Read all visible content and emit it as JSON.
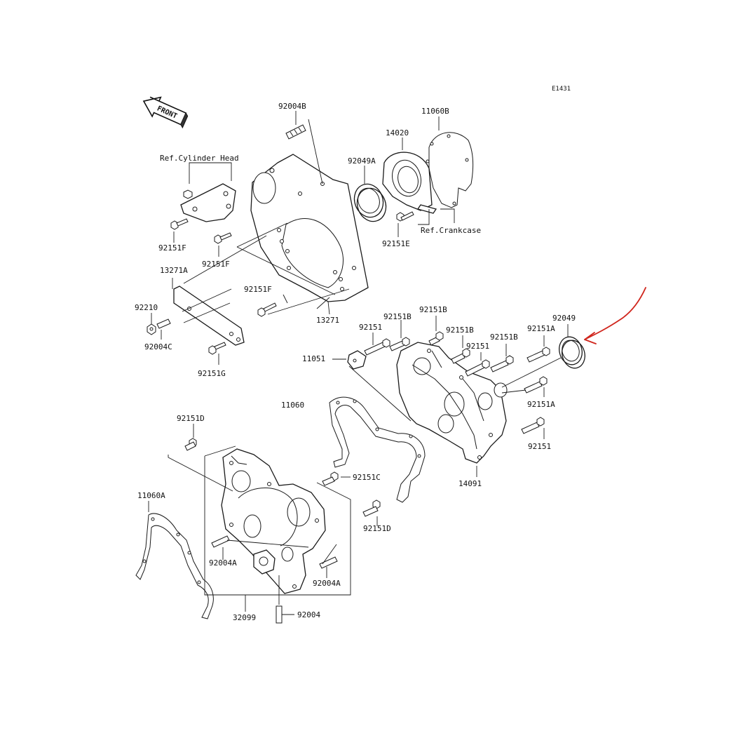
{
  "diagram_code": "E1431",
  "front_label": "FRONT",
  "annotation_color": "#d0251c",
  "labels": {
    "p92004B": "92004B",
    "p11060B": "11060B",
    "p14020": "14020",
    "p92049A": "92049A",
    "ref_cyl_head": "Ref.Cylinder Head",
    "ref_crankcase": "Ref.Crankcase",
    "p92151E": "92151E",
    "p92151F_a": "92151F",
    "p92151F_b": "92151F",
    "p92151F_c": "92151F",
    "p13271A": "13271A",
    "p13271": "13271",
    "p92210": "92210",
    "p92004C": "92004C",
    "p92151G": "92151G",
    "p11051": "11051",
    "p92151_a": "92151",
    "p92151B_a": "92151B",
    "p92151B_b": "92151B",
    "p92151B_c": "92151B",
    "p92151B_d": "92151B",
    "p92151_b": "92151",
    "p92151A_a": "92151A",
    "p92049": "92049",
    "p92151A_b": "92151A",
    "p92151_c": "92151",
    "p14091": "14091",
    "p11060": "11060",
    "p92151D_a": "92151D",
    "p92151C": "92151C",
    "p92151D_b": "92151D",
    "p11060A": "11060A",
    "p92004A_a": "92004A",
    "p92004A_b": "92004A",
    "p32099": "32099",
    "p92004": "92004"
  }
}
